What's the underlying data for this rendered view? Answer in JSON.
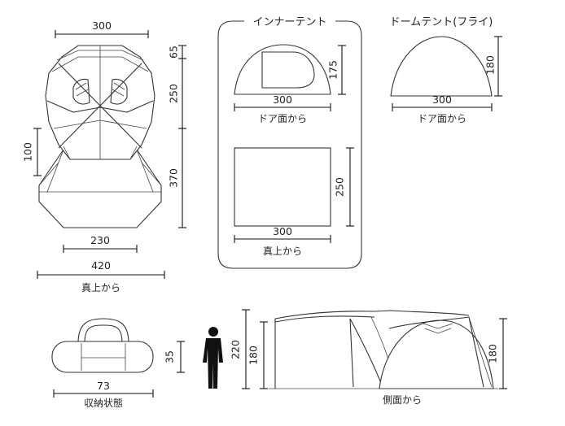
{
  "top_view": {
    "width_top": "300",
    "dim_65": "65",
    "dim_250": "250",
    "dim_370": "370",
    "dim_100": "100",
    "dim_230": "230",
    "dim_420": "420",
    "caption": "真上から"
  },
  "inner_tent": {
    "title": "インナーテント",
    "front_width": "300",
    "front_height": "175",
    "front_caption": "ドア面から",
    "top_width": "300",
    "top_depth": "250",
    "top_caption": "真上から"
  },
  "dome_fly": {
    "title": "ドームテント(フライ)",
    "width": "300",
    "height": "180",
    "caption": "ドア面から"
  },
  "storage": {
    "length": "73",
    "height": "35",
    "caption": "収納状態"
  },
  "side_view": {
    "person_height": "220",
    "pole_height": "180",
    "dome_height": "180",
    "caption": "側面から"
  }
}
